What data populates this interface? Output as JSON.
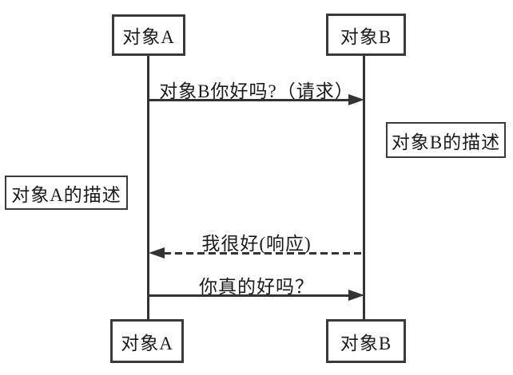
{
  "figure": {
    "type": "sequence-diagram",
    "background": "#ffffff",
    "colors": {
      "line": "#333333",
      "box_border": "#3a3a3a",
      "text": "#1a1a1a"
    },
    "objects": {
      "top_left": "对象A",
      "top_right": "对象B",
      "bottom_left": "对象A",
      "bottom_right": "对象B"
    },
    "annotations": {
      "left_note": "对象A的描述",
      "right_note": "对象B的描述"
    },
    "messages": [
      {
        "label": "对象B你好吗?（请求）",
        "from": "对象A",
        "to": "对象B",
        "line": "solid",
        "direction": "right"
      },
      {
        "label": "我很好(响应)",
        "from": "对象B",
        "to": "对象A",
        "line": "dashed",
        "direction": "left"
      },
      {
        "label": "你真的好吗？",
        "from": "对象A",
        "to": "对象B",
        "line": "solid",
        "direction": "right"
      }
    ]
  }
}
